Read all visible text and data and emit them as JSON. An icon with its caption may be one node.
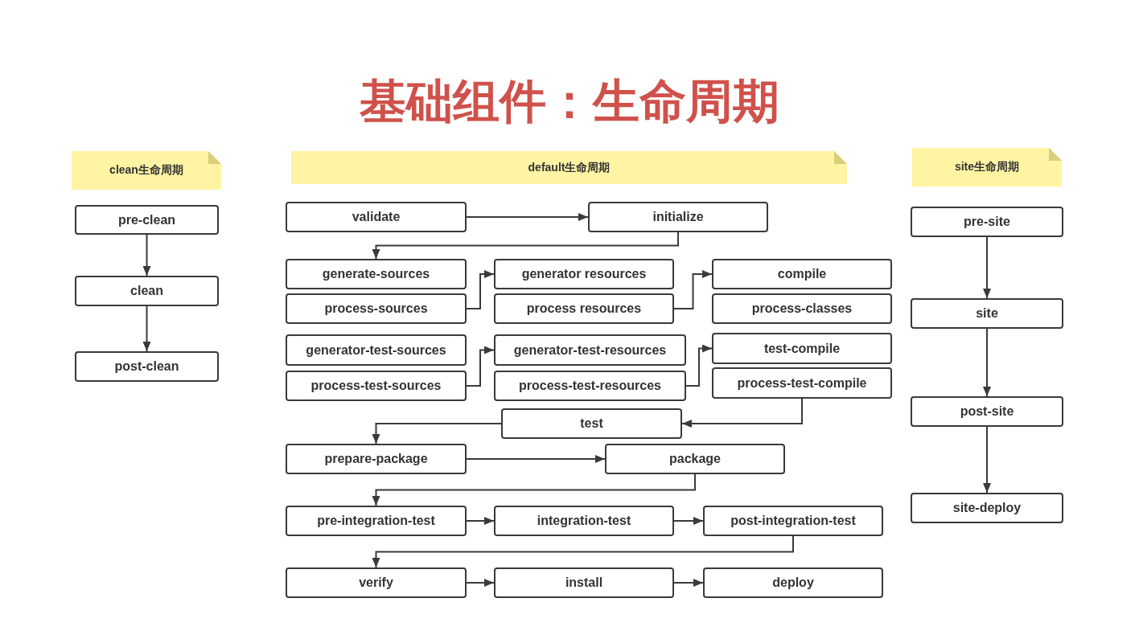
{
  "diagram": {
    "title": "基础组件：生命周期",
    "nodes": [
      {
        "text": [
          "clean生命周期"
        ]
      },
      {
        "text": [
          "default生命周期"
        ]
      },
      {
        "text": [
          "site生命周期"
        ]
      },
      {
        "text": [
          "pre-clean"
        ]
      },
      {
        "text": [
          "clean"
        ]
      },
      {
        "text": [
          "post-clean"
        ]
      },
      {
        "text": [
          "validate"
        ]
      },
      {
        "text": [
          "initialize"
        ]
      },
      {
        "text": [
          "generate-sources"
        ]
      },
      {
        "text": [
          "generator resources"
        ]
      },
      {
        "text": [
          "compile"
        ]
      },
      {
        "text": [
          "process-sources"
        ]
      },
      {
        "text": [
          "process resources"
        ]
      },
      {
        "text": [
          "process-classes"
        ]
      },
      {
        "text": [
          "generator-test-sources"
        ]
      },
      {
        "text": [
          "generator-test-resources"
        ]
      },
      {
        "text": [
          "test-compile"
        ]
      },
      {
        "text": [
          "process-test-sources"
        ]
      },
      {
        "text": [
          "process-test-resources"
        ]
      },
      {
        "text": [
          "process-test-compile"
        ]
      },
      {
        "text": [
          "test"
        ]
      },
      {
        "text": [
          "prepare-package"
        ]
      },
      {
        "text": [
          "package"
        ]
      },
      {
        "text": [
          "pre-integration-test"
        ]
      },
      {
        "text": [
          "integration-test"
        ]
      },
      {
        "text": [
          "post-integration-test"
        ]
      },
      {
        "text": [
          "verify"
        ]
      },
      {
        "text": [
          "install"
        ]
      },
      {
        "text": [
          "deploy"
        ]
      },
      {
        "text": [
          "pre-site"
        ]
      },
      {
        "text": [
          "site"
        ]
      },
      {
        "text": [
          "post-site"
        ]
      },
      {
        "text": [
          "site-deploy"
        ]
      }
    ],
    "edges": [
      {
        "from": 3,
        "to": 4,
        "arrow": "to"
      },
      {
        "from": 4,
        "to": 5,
        "arrow": "to"
      },
      {
        "from": 6,
        "to": 7,
        "arrow": "to"
      },
      {
        "from": 7,
        "to": 8,
        "arrow": "to"
      },
      {
        "from": 11,
        "to": 9,
        "arrow": "to"
      },
      {
        "from": 12,
        "to": 10,
        "arrow": "to"
      },
      {
        "from": 17,
        "to": 15,
        "arrow": "to"
      },
      {
        "from": 18,
        "to": 16,
        "arrow": "to"
      },
      {
        "from": 19,
        "to": 20,
        "arrow": "to"
      },
      {
        "from": 20,
        "to": 21,
        "arrow": "to"
      },
      {
        "from": 21,
        "to": 22,
        "arrow": "to"
      },
      {
        "from": 22,
        "to": 23,
        "arrow": "to"
      },
      {
        "from": 23,
        "to": 24,
        "arrow": "to"
      },
      {
        "from": 24,
        "to": 25,
        "arrow": "to"
      },
      {
        "from": 25,
        "to": 26,
        "arrow": "to"
      },
      {
        "from": 26,
        "to": 27,
        "arrow": "to"
      },
      {
        "from": 27,
        "to": 28,
        "arrow": "to"
      },
      {
        "from": 29,
        "to": 30,
        "arrow": "to"
      },
      {
        "from": 30,
        "to": 31,
        "arrow": "to"
      },
      {
        "from": 31,
        "to": 32,
        "arrow": "to"
      }
    ]
  }
}
